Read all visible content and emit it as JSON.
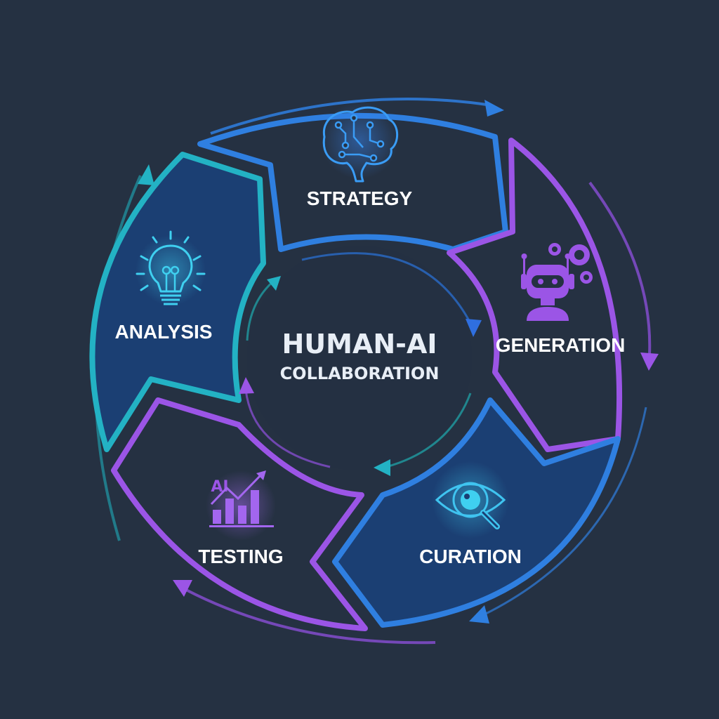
{
  "center": {
    "title_line1": "HUMAN-AI",
    "title_line2": "COLLABORATION"
  },
  "stages": [
    {
      "id": "strategy",
      "label": "STRATEGY",
      "icon": "brain-circuit-icon",
      "color": "#2f7fe0",
      "fill": "#253142"
    },
    {
      "id": "generation",
      "label": "GENERATION",
      "icon": "robot-gears-icon",
      "color": "#9b55e6",
      "fill": "#253142"
    },
    {
      "id": "curation",
      "label": "CURATION",
      "icon": "eye-magnifier-icon",
      "color": "#2f7fe0",
      "fill": "#1b3f73"
    },
    {
      "id": "testing",
      "label": "TESTING",
      "icon": "ai-chart-growth-icon",
      "icon_text": "AI",
      "color": "#9b55e6",
      "fill": "#253142"
    },
    {
      "id": "analysis",
      "label": "ANALYSIS",
      "icon": "lightbulb-icon",
      "color": "#23b2c4",
      "fill": "#1b3f73"
    }
  ],
  "colors": {
    "background": "#253142",
    "blue": "#2f7fe0",
    "purple": "#9b55e6",
    "teal": "#23b2c4",
    "icon_cyan": "#3fd0f0",
    "panel_fill": "#1b3f73"
  }
}
